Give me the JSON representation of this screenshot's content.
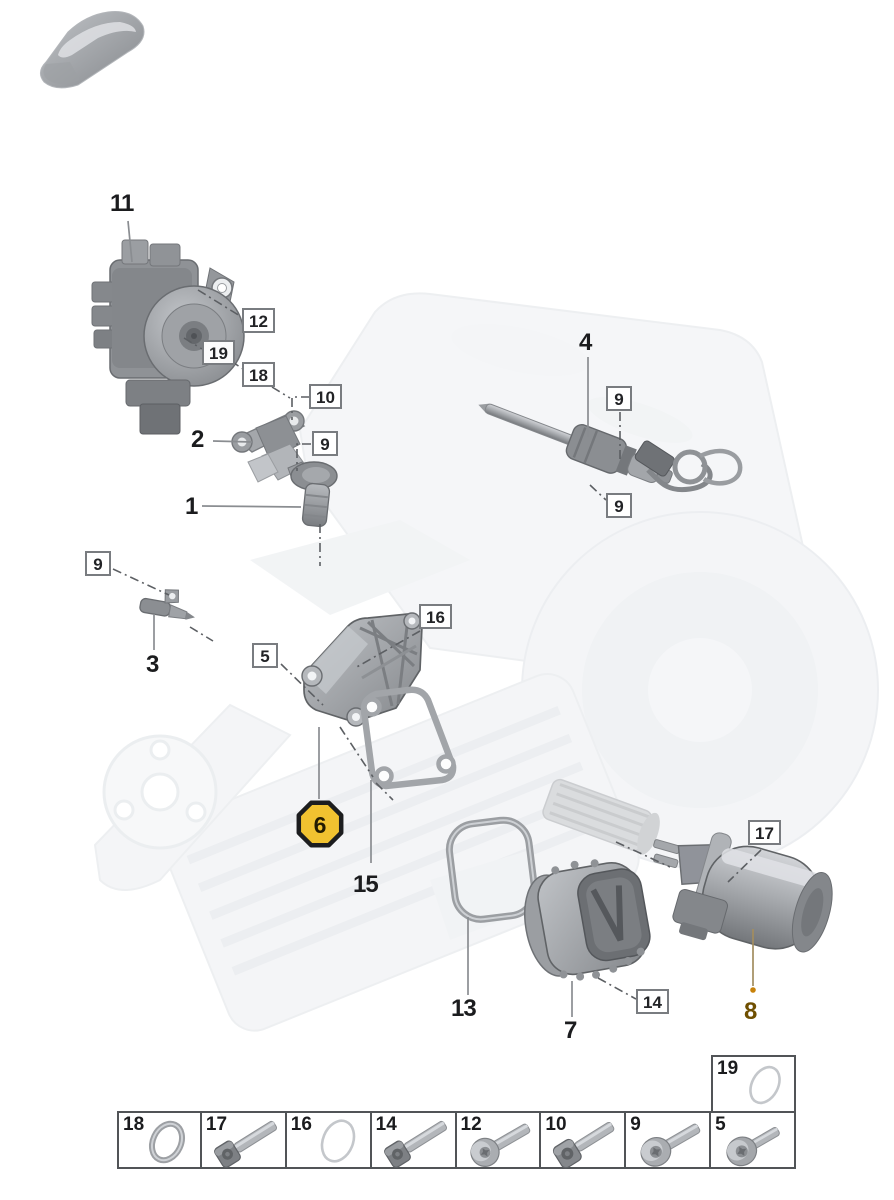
{
  "diagram": {
    "type": "parts-exploded-diagram",
    "highlight_color": "#F1C230",
    "part8_accent_color": "#6F4F00",
    "bold_callouts": {
      "p11": "11",
      "p2": "2",
      "p1": "1",
      "p4": "4",
      "p3": "3",
      "p15": "15",
      "p13": "13",
      "p7": "7",
      "p8": "8"
    },
    "highlighted_callout": {
      "number": "6"
    },
    "boxed_callouts": {
      "b12": "12",
      "b19": "19",
      "b18": "18",
      "b10": "10",
      "b9_bracket": "9",
      "b9_shaft_top": "9",
      "b9_shaft_bottom": "9",
      "b9_sensor": "9",
      "b5": "5",
      "b16": "16",
      "b14": "14",
      "b17": "17"
    },
    "legend": {
      "cells": [
        {
          "number": "18",
          "icon": "o-ring-icon"
        },
        {
          "number": "17",
          "icon": "socket-head-screw-icon"
        },
        {
          "number": "16",
          "icon": "o-ring-thin-icon"
        },
        {
          "number": "14",
          "icon": "socket-head-screw-icon"
        },
        {
          "number": "12",
          "icon": "pan-head-screw-icon"
        },
        {
          "number": "10",
          "icon": "socket-head-screw-icon"
        },
        {
          "number": "9",
          "icon": "pan-head-screw-icon"
        },
        {
          "number": "5",
          "icon": "pan-head-screw-short-icon"
        }
      ],
      "stacked_cell": {
        "number": "19",
        "icon": "o-ring-thin-icon"
      }
    }
  }
}
